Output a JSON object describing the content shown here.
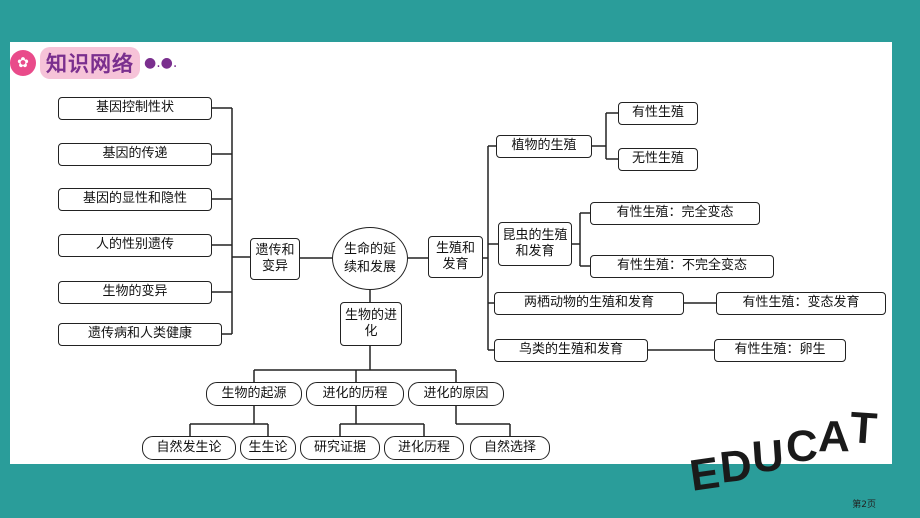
{
  "header": {
    "title": "知识网络",
    "icon": "swan-icon"
  },
  "center": {
    "label": "生命的延续和发展"
  },
  "left_hub": {
    "label": "遗传和变异"
  },
  "left_items": [
    "基因控制性状",
    "基因的传递",
    "基因的显性和隐性",
    "人的性别遗传",
    "生物的变异",
    "遗传病和人类健康"
  ],
  "right_hub": {
    "label": "生殖和发育"
  },
  "right_items": [
    {
      "label": "植物的生殖",
      "children": [
        "有性生殖",
        "无性生殖"
      ]
    },
    {
      "label": "昆虫的生殖和发育",
      "children": [
        "有性生殖：完全变态",
        "有性生殖：不完全变态"
      ]
    },
    {
      "label": "两栖动物的生殖和发育",
      "children": [
        "有性生殖：变态发育"
      ]
    },
    {
      "label": "鸟类的生殖和发育",
      "children": [
        "有性生殖：卵生"
      ]
    }
  ],
  "bottom_hub": {
    "label": "生物的进化"
  },
  "bottom_items": [
    {
      "label": "生物的起源",
      "children": [
        "自然发生论",
        "生生论"
      ]
    },
    {
      "label": "进化的历程",
      "children": [
        "研究证据",
        "进化历程"
      ]
    },
    {
      "label": "进化的原因",
      "children": [
        "自然选择"
      ]
    }
  ],
  "footer": {
    "page_label": "第2页"
  },
  "decoration": {
    "letters": "EDUCATION"
  }
}
